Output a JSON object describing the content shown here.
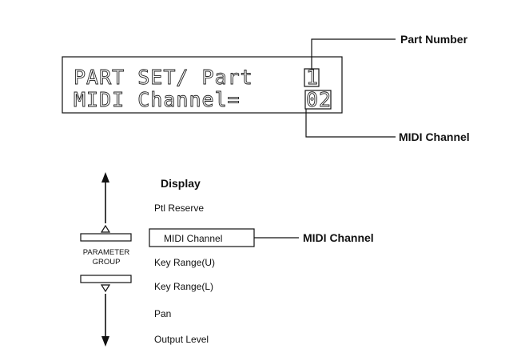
{
  "lcd": {
    "line1_prefix": "PART SET/ Part",
    "part_value": "1",
    "line2_prefix": "MIDI Channel=",
    "channel_value": "02"
  },
  "callouts": {
    "part_number": "Part Number",
    "midi_channel": "MIDI Channel"
  },
  "menu": {
    "heading": "Display",
    "items": [
      "Ptl Reserve",
      "MIDI Channel",
      "Key Range(U)",
      "Key Range(L)",
      "Pan",
      "Output Level"
    ],
    "selected_index": 1,
    "selected_callout": "MIDI Channel"
  },
  "control": {
    "label_line1": "PARAMETER",
    "label_line2": "GROUP"
  }
}
